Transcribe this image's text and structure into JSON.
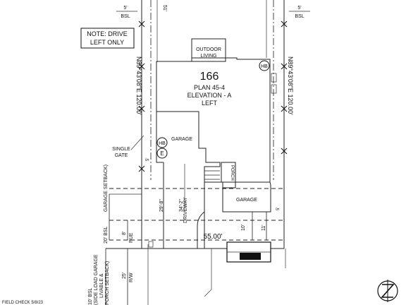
{
  "note": {
    "line1": "NOTE: DRIVE",
    "line2": "LEFT ONLY"
  },
  "lot_number": "166",
  "plan": {
    "line1": "PLAN 45-4",
    "line2": "ELEVATION - A",
    "line3": "LEFT"
  },
  "labels": {
    "outdoor_living_1": "OUTDOOR",
    "outdoor_living_2": "LIVING",
    "garage_left": "GARAGE",
    "garage_right": "GARAGE",
    "porch": "PORCH",
    "driveway": "DRIVEWAY",
    "single_gate_1": "SINGLE",
    "single_gate_2": "GATE",
    "hb_top": "HB",
    "hb_left": "HB",
    "e_marker": "E",
    "field_check": "FIELD CHECK 5/8/23"
  },
  "dimensions": {
    "bsl_left_value": "5'",
    "bsl_left": "BSL",
    "bsl_right_value": "5'",
    "bsl_right": "BSL",
    "top_51": "51'",
    "left_bearing": "N89°43'08\"E 120.00'",
    "right_bearing": "N89°43'08\"E 120.00'",
    "garage_setback_1": "20' BSL",
    "garage_setback_2": "GARAGE SETBACK)",
    "pue_value": "8'",
    "pue": "PUE",
    "rw_value": "25'",
    "rw": "R/W",
    "side_setback_1": "10' BSL",
    "side_setback_2": "(SIDE LOAD GARAGE",
    "side_setback_3": "LIVABLE &",
    "side_setback_4": "PORCH SETBACK)",
    "d_29_8": "29'-8\"",
    "d_34_2": "34'-2\"",
    "frontage": "55.00'",
    "d_10": "10'",
    "d_11": "11'",
    "d_5_left": "5'",
    "d_5_right": "5'"
  }
}
